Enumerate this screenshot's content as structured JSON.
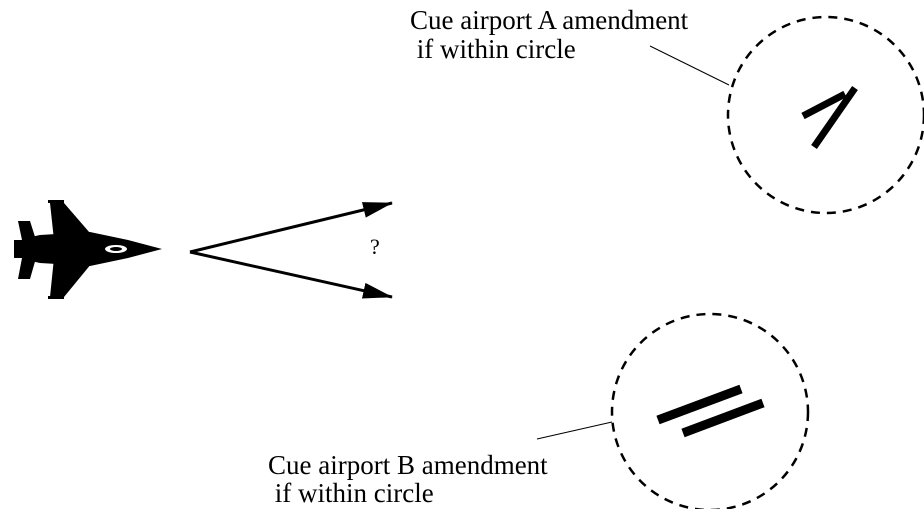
{
  "callouts": {
    "airport_a": {
      "line1": "Cue airport A amendment",
      "line2": " if within circle"
    },
    "airport_b": {
      "line1": "Cue airport B amendment",
      "line2": " if within circle"
    }
  },
  "path_choice": {
    "symbol": "?"
  },
  "colors": {
    "ink": "#000000",
    "background": "#ffffff"
  },
  "icons": {
    "aircraft": "fighter-jet-icon",
    "airport_a": "crossed-runways-icon",
    "airport_b": "parallel-runways-icon"
  }
}
